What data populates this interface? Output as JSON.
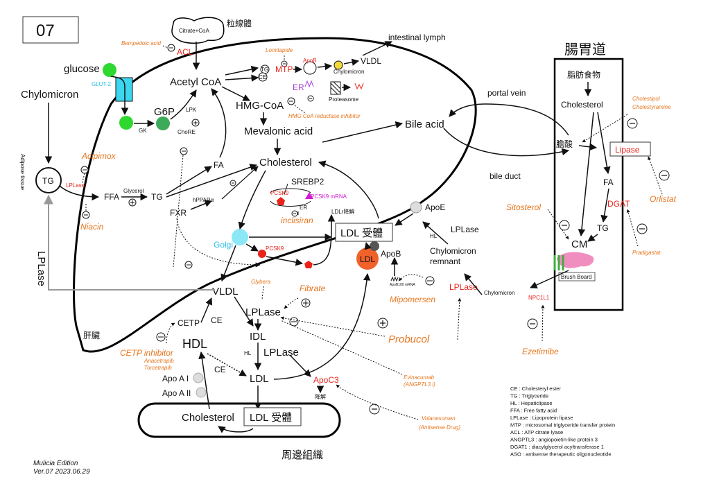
{
  "page_number": "07",
  "labels": {
    "mitochondria": "粒線體",
    "citrate_coa": "Citrate+CoA",
    "bempedoic": "Bempedoic acid",
    "acl": "ACL",
    "lomitapide": "Lomitapide",
    "intestinal_lymph": "intestinal lymph",
    "glucose": "glucose",
    "glut2": "GLUT-2",
    "acetyl_coa": "Acetyl CoA",
    "tg_top": "TG",
    "ce_top": "CE",
    "mtp": "MTP",
    "apob_top": "ApoB",
    "chylomicron_small": "Chylomicron",
    "vldl_top": "VLDL",
    "er": "ER",
    "proteasome": "Proteasome",
    "chylomicron_left": "Chylomicron",
    "g6p": "G6P",
    "lpk": "LPK",
    "gk": "GK",
    "chore": "ChoRE",
    "hmg_coa": "HMG-CoA",
    "hmg_inhibitor": "HMG CoA reductase inhibitor",
    "mevalonic": "Mevalonic acid",
    "bile_acid": "Bile acid",
    "portal_vein": "portal vein",
    "adipose": "Adipose tissue",
    "acipimox": "Acipimox",
    "fa_mid": "FA",
    "cholesterol_mid": "Cholesterol",
    "tg_left": "TG",
    "lplase_small": "LPLase",
    "ffa": "FFA",
    "glycerol": "Glycerol",
    "tg_mid": "TG",
    "hppara": "hPPARα",
    "srebp2": "SREBP2",
    "pcsk9_1": "PCSK9",
    "pcsk9_mrna": "PCSK9 mRNA",
    "er_mid": "ER",
    "niacin": "Niacin",
    "fxr": "FXR",
    "inclisiran": "inclisiran",
    "ldlr_deg": "LDLr降解",
    "apoe": "ApoE",
    "ldl_receptor": "LDL 受體",
    "golgi": "Golgi",
    "pcsk9_2": "PCSK9",
    "lplase_left": "LPLase",
    "vldl_mid": "VLDL",
    "glybera": "Glybera",
    "fibrate": "Fibrate",
    "ldl_ball": "LDL",
    "apob_ball": "ApoB",
    "apob_mrna": "ApoB100 mRNA",
    "hl_right": "HL",
    "lplase_right": "LPLase",
    "chylomicron_remnant_1": "Chylomicron",
    "chylomicron_remnant_2": "remnant",
    "lplase_mid": "LPLase",
    "cetp": "CETP",
    "ce_mid": "CE",
    "idl": "IDL",
    "mipomersen": "Mipomersen",
    "lplase_red": "LPLase",
    "liver": "肝臟",
    "hdl": "HDL",
    "hl_mid": "HL",
    "lplase_idl": "LPLase",
    "probucol": "Probucol",
    "cetp_inhibitor": "CETP inhibitor",
    "anacetrapib": "Anacetrapib",
    "torcetrapib": "Torcetrapib",
    "ce_low": "CE",
    "ldl_low": "LDL",
    "apoc3": "ApoC3",
    "degrade": "降解",
    "evinacumab_1": "Evinacumab",
    "evinacumab_2": "(ANGPTL3 i)",
    "apoa1": "Apo A I",
    "apoa2": "Apo A II",
    "cholesterol_periph": "Cholesterol",
    "ldl_receptor_2": "LDL 受體",
    "peripheral": "周邊組織",
    "volanesorsen_1": "Volanesorsen",
    "volanesorsen_2": "(Antisense Drug)",
    "gi_tract": "腸胃道",
    "dietary_fat": "脂肪食物",
    "cholesterol_gi": "Cholesterol",
    "bile_salt": "膽酸",
    "lipase": "Lipase",
    "fa_gi": "FA",
    "dgat": "DGAT",
    "tg_gi": "TG",
    "cm": "CM",
    "brush_board": "Brush Board",
    "npc1l1": "NPC1L1",
    "chylomicron_gi": "Chylomicron",
    "cholestipol": "Cholestipol",
    "cholestyramine": "Cholestyramine",
    "orlistat": "Orlistat",
    "sitosterol": "Sitosterol",
    "pradigastat": "Pradigastat",
    "ezetimibe": "Ezetimibe",
    "bile_duct": "bile duct",
    "lplase_vertical": "LPLase",
    "edition_1": "Mulicia Edition",
    "edition_2": "Ver.07 2023.06.29"
  },
  "legend": [
    "CE : Cholesteryl ester",
    "TG : Triglyceride",
    "HL : Hepaticlipase",
    "FFA : Free fatty acid",
    "LPLase : Lipoprotein lipase",
    "MTP : microsomal triglyceride transfer protein",
    "ACL : ATP citrate lyase",
    "ANGPTL3 : angiopoietin-like protein 3",
    "DGAT1 : diacylglycerol acyltransferase 1",
    "ASO : antisense therapeutic oligonucleotide"
  ],
  "colors": {
    "drug": "#e8761e",
    "enzyme": "#e8231a",
    "pcsk9_mrna": "#d11bd1",
    "golgi": "#27c0e6",
    "er": "#a23ad8",
    "glucose_green": "#2fd82f",
    "glut_cyan": "#3cd7ef",
    "g6p_green": "#3daa5a",
    "ldl_orange": "#f0622a",
    "apob_gray": "#555555",
    "chylo_yellow": "#f5d93a",
    "brush_pink": "#f08fbf",
    "brush_green": "#3fae3f"
  }
}
